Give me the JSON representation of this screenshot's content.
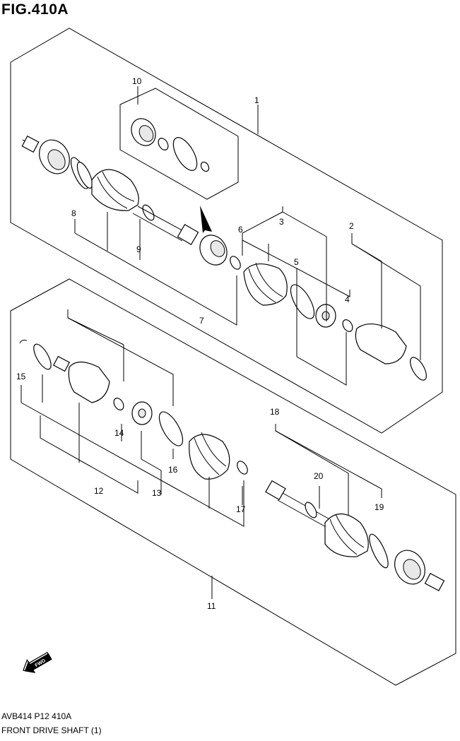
{
  "header": {
    "figure_title": "FIG.410A"
  },
  "footer": {
    "code_line": "AVB414 P12 410A",
    "name_line": "FRONT DRIVE SHAFT (1)"
  },
  "callouts": {
    "c1": "1",
    "c2": "2",
    "c3": "3",
    "c4": "4",
    "c5": "5",
    "c6": "6",
    "c7": "7",
    "c8": "8",
    "c9": "9",
    "c10": "10",
    "c11": "11",
    "c12": "12",
    "c13": "13",
    "c14": "14",
    "c15": "15",
    "c16": "16",
    "c17": "17",
    "c18": "18",
    "c19": "19",
    "c20": "20"
  },
  "fwd_label": "FWD",
  "icons": {
    "fwd": "fwd-arrow-icon"
  }
}
